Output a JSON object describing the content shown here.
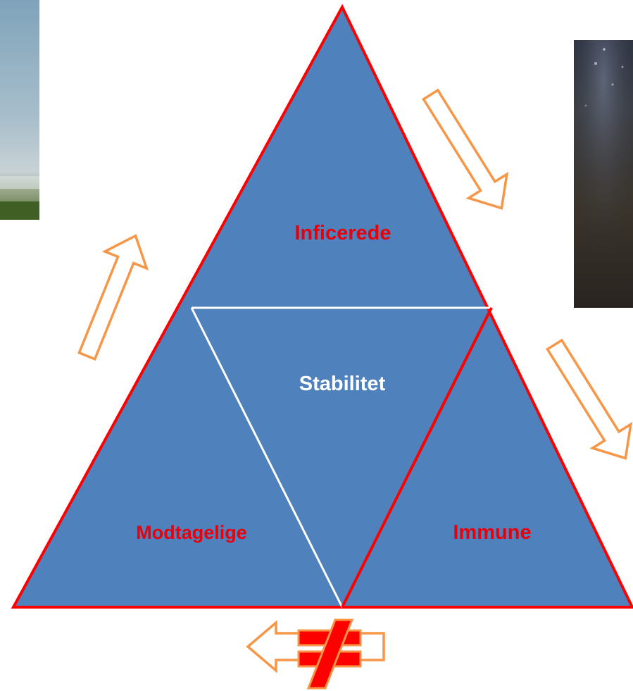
{
  "diagram": {
    "labels": {
      "infected": "Inficerede",
      "stability": "Stabilitet",
      "susceptible": "Modtagelige",
      "immune": "Immune"
    },
    "colors": {
      "triangle_fill": "#4f81bd",
      "outline": "#ff0000",
      "inner_line": "#ffffff",
      "arrow_outline": "#f79646",
      "label_red": "#e8000b",
      "label_white": "#ffffff",
      "not_equal_fill": "#ff0000",
      "not_equal_outline": "#f79646"
    },
    "arrows": [
      {
        "name": "susceptible-to-infected",
        "direction": "up-right"
      },
      {
        "name": "infected-to-immune",
        "direction": "down-right"
      },
      {
        "name": "immune-outgoing",
        "direction": "down-right"
      },
      {
        "name": "immune-to-susceptible",
        "direction": "left",
        "blocked": true
      }
    ],
    "photos": [
      {
        "name": "landscape-photo",
        "position": "top-left"
      },
      {
        "name": "dark-texture-photo",
        "position": "top-right"
      }
    ]
  }
}
